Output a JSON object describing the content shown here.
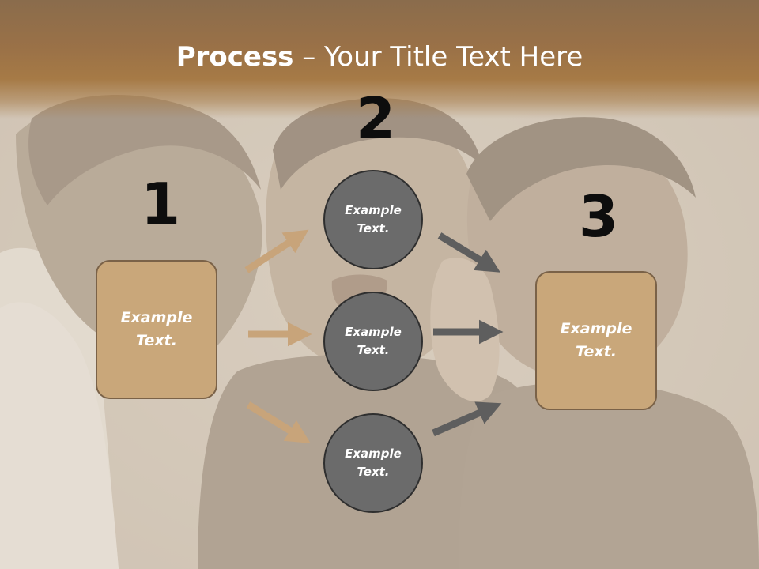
{
  "slide": {
    "title_bold": "Process",
    "title_rest": " – Your Title Text Here"
  },
  "steps": {
    "one": "1",
    "two": "2",
    "three": "3"
  },
  "boxes": {
    "left": "Example Text.",
    "right": "Example Text."
  },
  "circles": {
    "top": "Example Text.",
    "middle": "Example Text.",
    "bottom": "Example Text."
  },
  "colors": {
    "header": "#a67a46",
    "box_fill": "#c9a77a",
    "box_border": "#7a6248",
    "circle_fill": "#6b6b6b",
    "circle_border": "#2f2f2f",
    "arrow_tan": "#c8a47a",
    "arrow_gray": "#5e5e5e"
  }
}
